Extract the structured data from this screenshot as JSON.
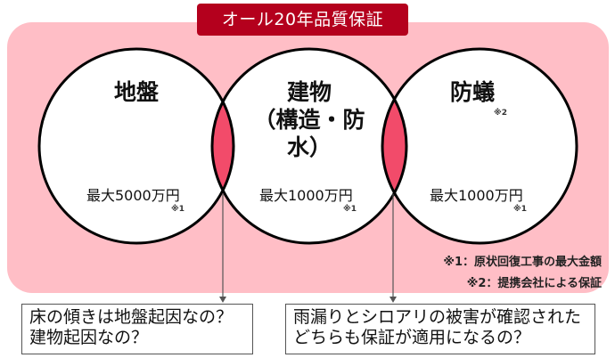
{
  "header": {
    "badge": "オール20年品質保証"
  },
  "colors": {
    "panel": "#FFBEC6",
    "badge": "#B4001D",
    "overlap": "#F24B6A",
    "circle_stroke": "#000000"
  },
  "circles": [
    {
      "title_line1": "地盤",
      "title_line2": "",
      "note_top": "",
      "amount": "最大5000万円",
      "amount_note": "※1"
    },
    {
      "title_line1": "建物",
      "title_line2": "（構造・防水）",
      "note_top": "",
      "amount": "最大1000万円",
      "amount_note": "※1"
    },
    {
      "title_line1": "防蟻",
      "title_line2": "",
      "note_top": "※2",
      "amount": "最大1000万円",
      "amount_note": "※1"
    }
  ],
  "footnotes": [
    "※1：原状回復工事の最大金額",
    "※2：提携会社による保証"
  ],
  "questions": [
    {
      "line1": "床の傾きは地盤起因なの？",
      "line2": "建物起因なの？"
    },
    {
      "line1": "雨漏りとシロアリの被害が確認された",
      "line2": "どちらも保証が適用になるの？"
    }
  ]
}
